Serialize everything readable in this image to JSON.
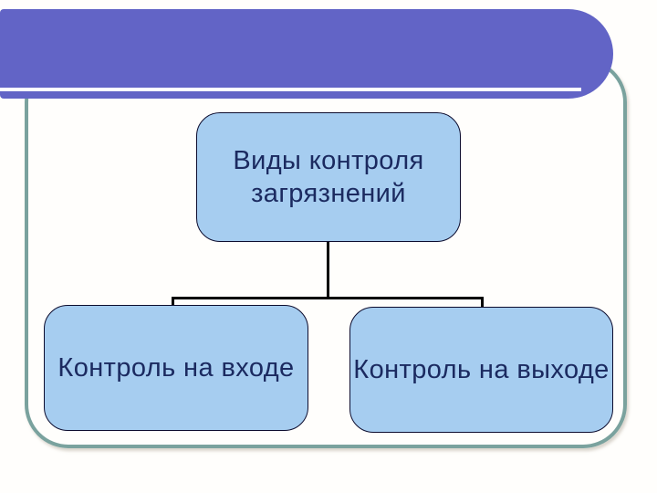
{
  "slide": {
    "diagram": {
      "root_label": "Виды контроля загрязнений",
      "children": [
        {
          "label": "Контроль на входе"
        },
        {
          "label": "Контроль на выходе"
        }
      ]
    },
    "colors": {
      "header_purple": "#6264c6",
      "frame_teal": "#7aa29e",
      "box_fill": "#a6cdf0",
      "box_border": "#0c0c2e",
      "box_text": "#1b2a60",
      "connector": "#000000"
    }
  }
}
